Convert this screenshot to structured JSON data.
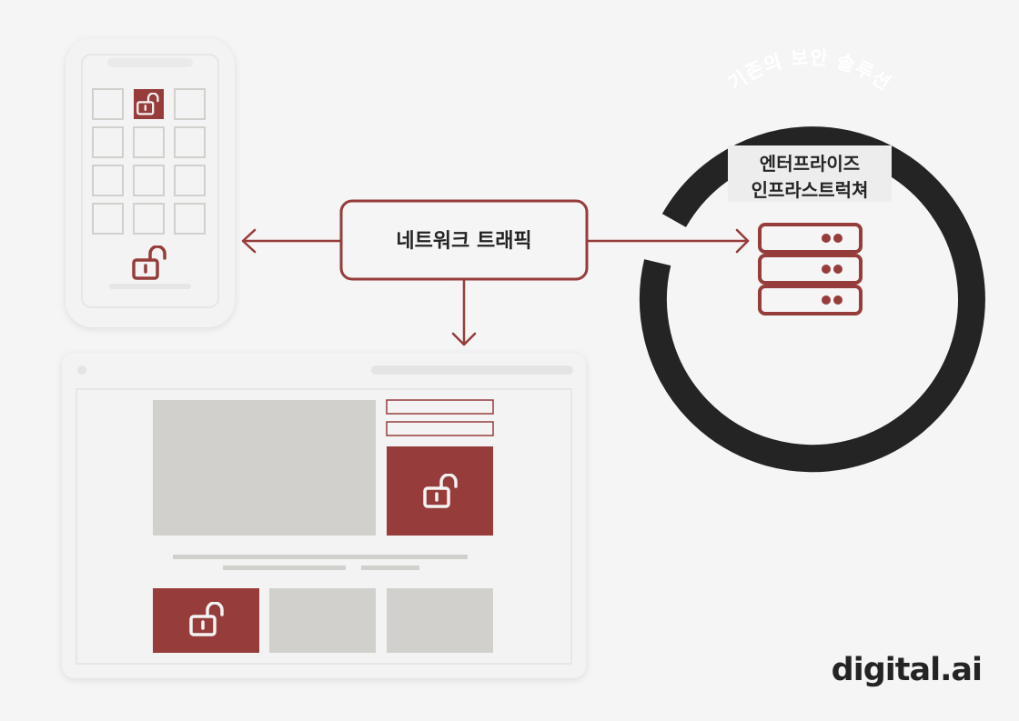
{
  "diagram": {
    "traffic_label": "네트워크 트래픽",
    "ring_label": "기존의 보안 솔루션",
    "infra_line1": "엔터프라이즈",
    "infra_line2": "인프라스트럭쳐"
  },
  "logo": {
    "text": "digital.ai"
  },
  "colors": {
    "accent": "#963c3a",
    "ring": "#242424",
    "device_fill": "#f3f3f3",
    "placeholder": "#d1d0cc",
    "background": "#f5f5f5",
    "logo_dot": "#6cb33e"
  },
  "icons": [
    "unlocked-padlock-icon",
    "server-rack-icon",
    "arrow-left-icon",
    "arrow-down-icon",
    "arrow-right-icon"
  ]
}
